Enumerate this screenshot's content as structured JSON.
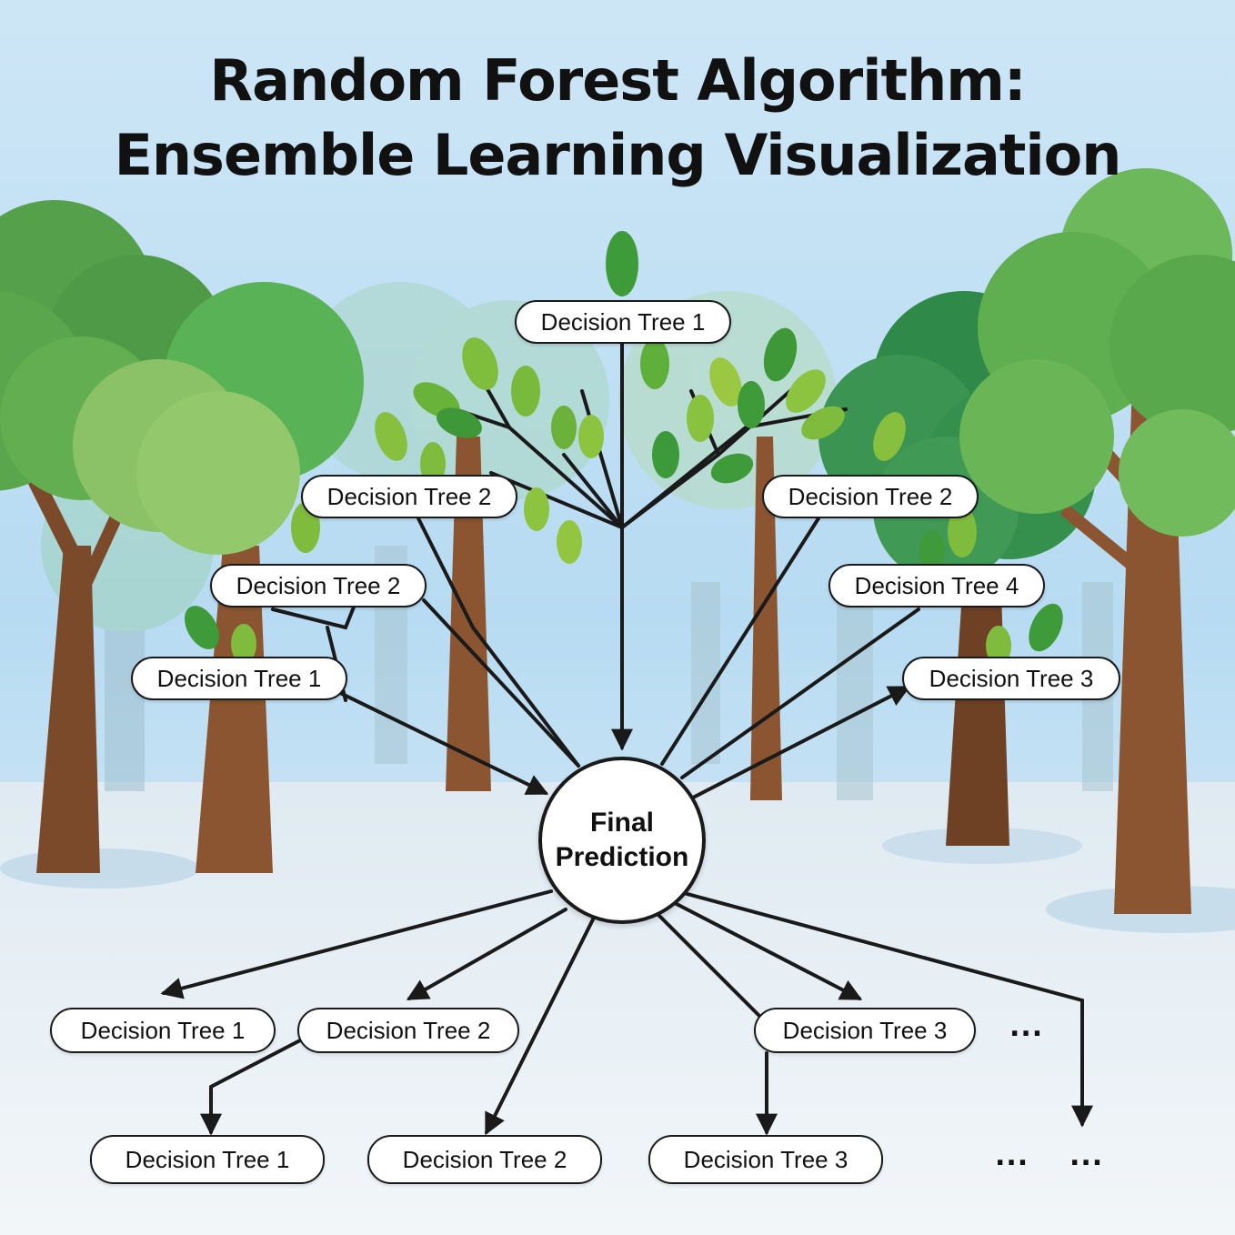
{
  "title": {
    "line1": "Random Forest Algorithm:",
    "line2": "Ensemble Learning Visualization"
  },
  "center": {
    "line1": "Final",
    "line2": "Prediction"
  },
  "nodes": {
    "top_1": "Decision Tree 1",
    "upper_left_2a": "Decision Tree 2",
    "upper_left_2b": "Decision Tree 2",
    "upper_left_1": "Decision Tree 1",
    "upper_right_2": "Decision Tree 2",
    "upper_right_4": "Decision Tree 4",
    "upper_right_3": "Decision Tree 3",
    "mid_1": "Decision Tree 1",
    "mid_2": "Decision Tree 2",
    "mid_3": "Decision Tree 3",
    "bottom_1": "Decision Tree 1",
    "bottom_2": "Decision Tree 2",
    "bottom_3": "Decision Tree 3"
  },
  "ellipses": {
    "mid": "...",
    "bottom_a": "...",
    "bottom_b": "..."
  },
  "colors": {
    "sky": "#b9dcf3",
    "ground": "#e9f1f7",
    "leaf": "#5fb04a",
    "trunk": "#7a4a2a",
    "connector": "#1a1a1a"
  }
}
